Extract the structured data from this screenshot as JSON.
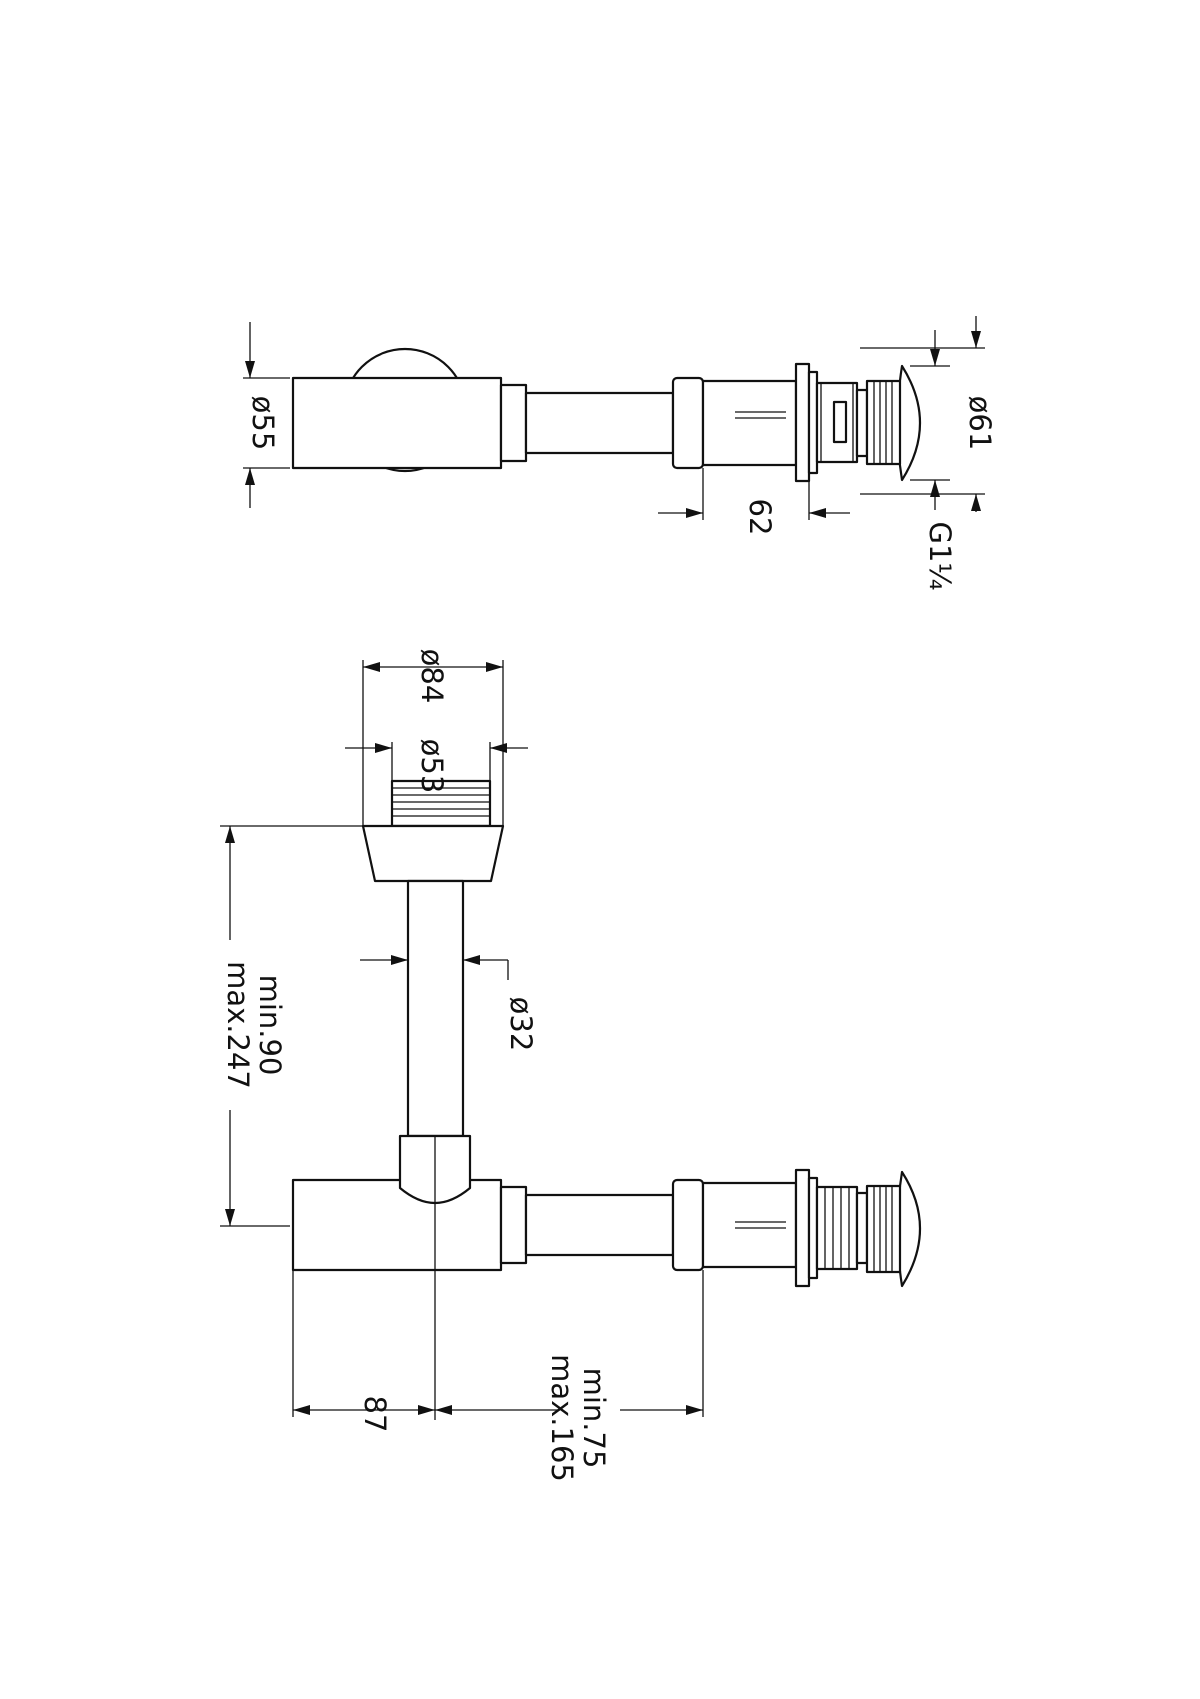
{
  "colors": {
    "line": "#111111",
    "background": "#ffffff"
  },
  "top_view": {
    "dia_55": "ø55",
    "dia_61": "ø61",
    "dim_62": "62",
    "thread": "G1¼"
  },
  "front_view": {
    "dia_84": "ø84",
    "dia_53": "ø53",
    "dia_32": "ø32",
    "height_min": "min.90",
    "height_max": "max.247",
    "dim_87": "87",
    "length_min": "min.75",
    "length_max": "max.165"
  }
}
